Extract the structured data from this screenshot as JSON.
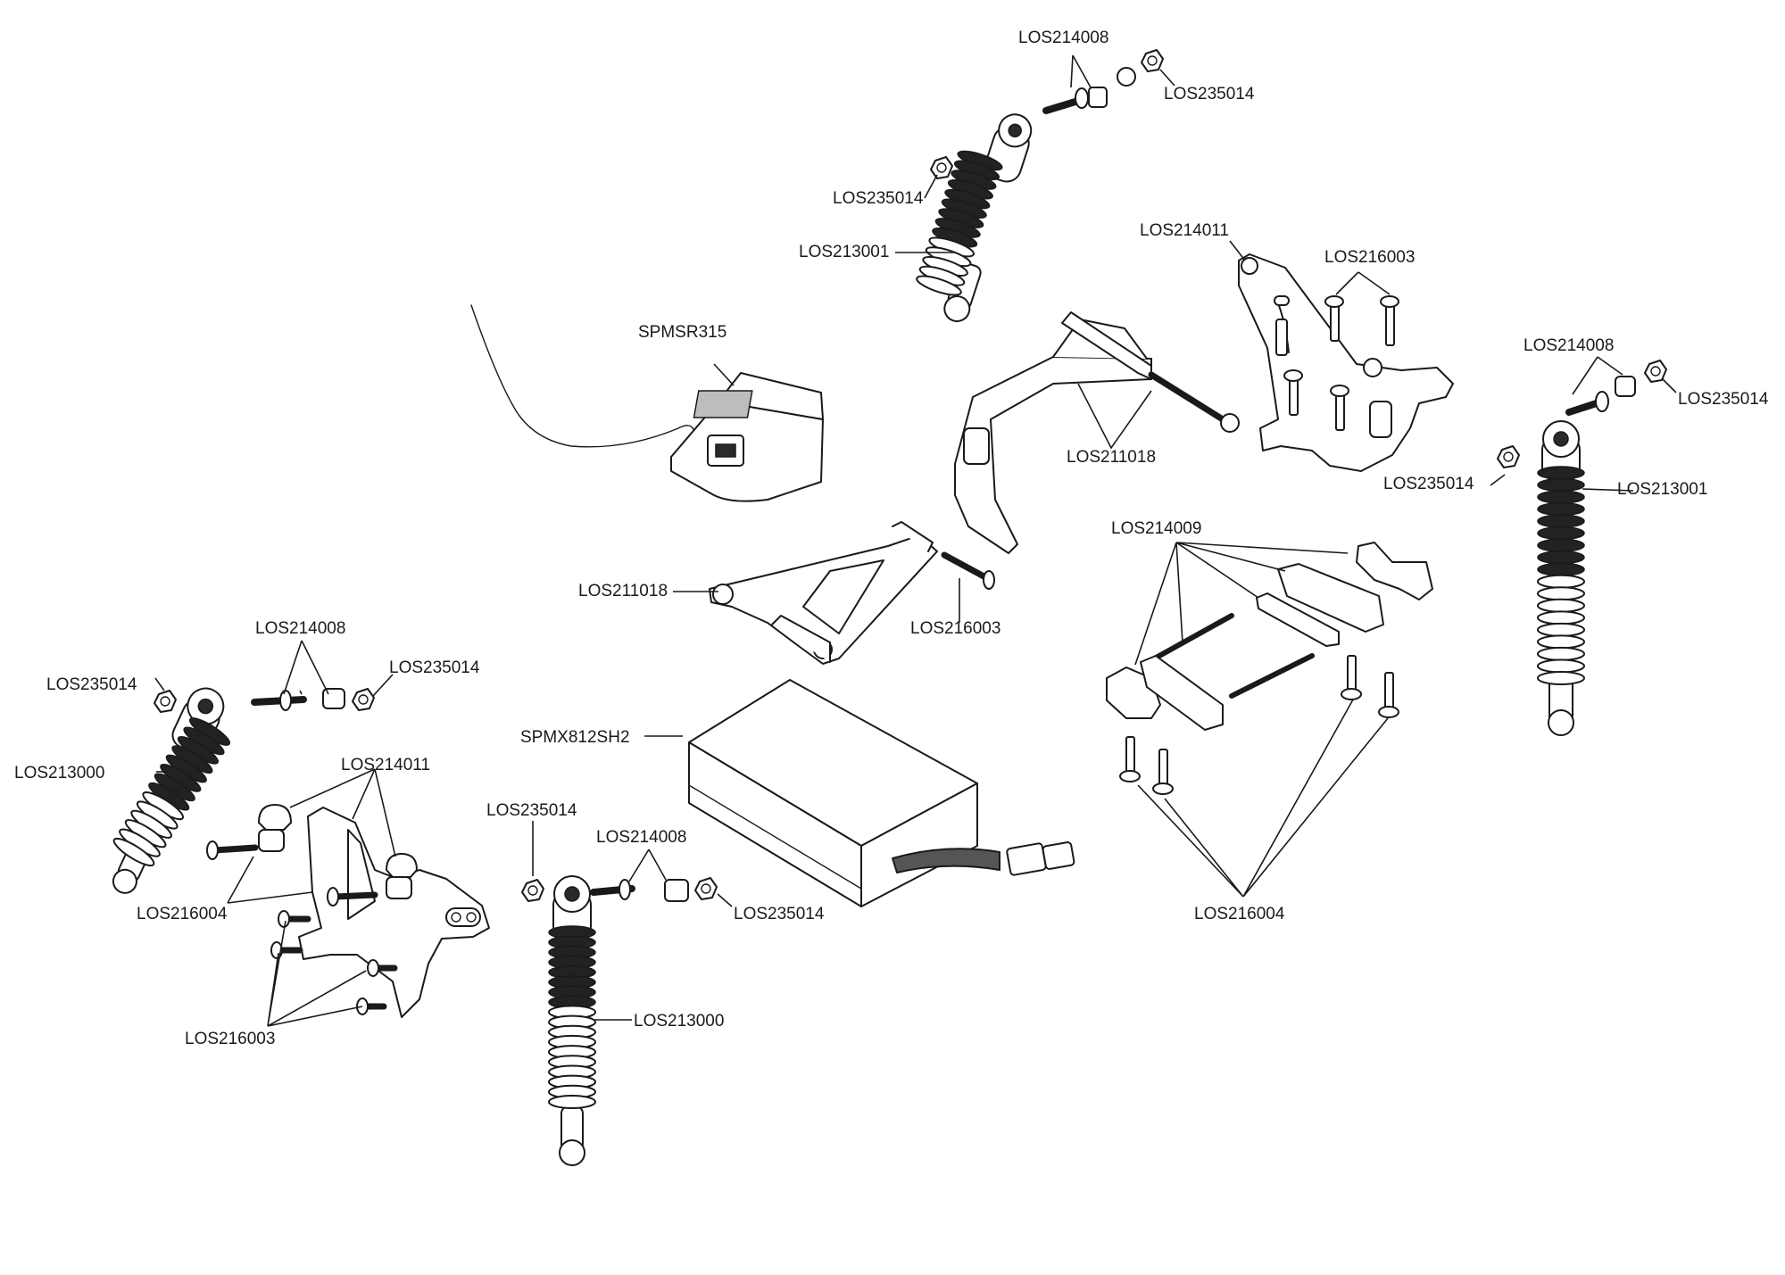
{
  "labels": {
    "top_shock_bolt": "LOS214008",
    "top_shock_nut_right": "LOS235014",
    "top_shock_nut_left": "LOS235014",
    "top_shock_body": "LOS213001",
    "receiver": "SPMSR315",
    "top_tower": "LOS214011",
    "top_tower_screws": "LOS216003",
    "center_brace": "LOS211018",
    "right_shock_bolt": "LOS214008",
    "right_shock_nut_top": "LOS235014",
    "right_shock_nut_left": "LOS235014",
    "right_shock_body": "LOS213001",
    "hinge_set": "LOS214009",
    "front_brace": "LOS211018",
    "front_brace_screw": "LOS216003",
    "left_shock_bolt": "LOS214008",
    "left_shock_nut_left": "LOS235014",
    "left_shock_nut_right": "LOS235014",
    "left_shock_body": "LOS213000",
    "left_tower": "LOS214011",
    "left_tower_screws_a": "LOS216004",
    "left_tower_screws_b": "LOS216003",
    "battery": "SPMX812SH2",
    "mid_shock_nut_left": "LOS235014",
    "mid_shock_bolt": "LOS214008",
    "mid_shock_nut_right": "LOS235014",
    "mid_shock_body": "LOS213000",
    "hinge_screws": "LOS216004"
  }
}
